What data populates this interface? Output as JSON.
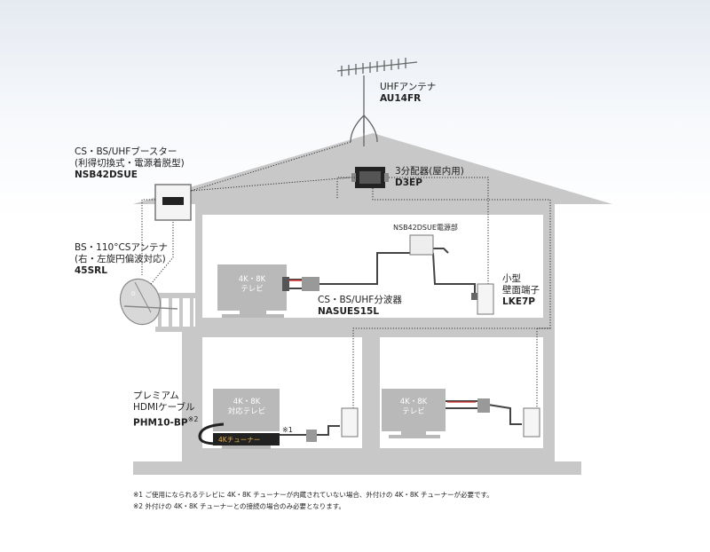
{
  "labels": {
    "uhf_antenna": {
      "line1": "UHFアンテナ",
      "model": "AU14FR"
    },
    "booster": {
      "line1": "CS・BS/UHFブースター",
      "line2": "(利得切換式・電源着脱型)",
      "model": "NSB42DSUE"
    },
    "bs_antenna": {
      "line1": "BS・110°CSアンテナ",
      "line2": "(右・左旋円偏波対応)",
      "model": "45SRL"
    },
    "splitter3": {
      "line1": "3分配器(屋内用)",
      "model": "D3EP"
    },
    "power_unit": {
      "line1": "NSB42DSUE電源部"
    },
    "separator": {
      "line1": "CS・BS/UHF分波器",
      "model": "NASUES15L"
    },
    "wall_outlet": {
      "line1": "小型",
      "line2": "壁面端子",
      "model": "LKE7P"
    },
    "hdmi": {
      "line1": "プレミアム",
      "line2": "HDMIケーブル",
      "model": "PHM10-BP",
      "mark": "※2"
    },
    "tuner_mark": "※1"
  },
  "tvs": {
    "upper": {
      "line1": "4K・8K",
      "line2": "テレビ"
    },
    "lower_left": {
      "line1": "4K・8K",
      "line2": "対応テレビ"
    },
    "lower_right": {
      "line1": "4K・8K",
      "line2": "テレビ"
    },
    "tuner": "4Kチューナー"
  },
  "notes": [
    "※1 ご使用になられるテレビに 4K・8K チューナーが内蔵されていない場合、外付けの 4K・8K チューナーが必要です。",
    "※2 外付けの 4K・8K チューナーとの接続の場合のみ必要となります。"
  ],
  "colors": {
    "house": "#c8c8c8",
    "tv": "#b9b9b9",
    "cable": "#444444",
    "accent": "#d32f2f",
    "dotted": "#333333"
  }
}
